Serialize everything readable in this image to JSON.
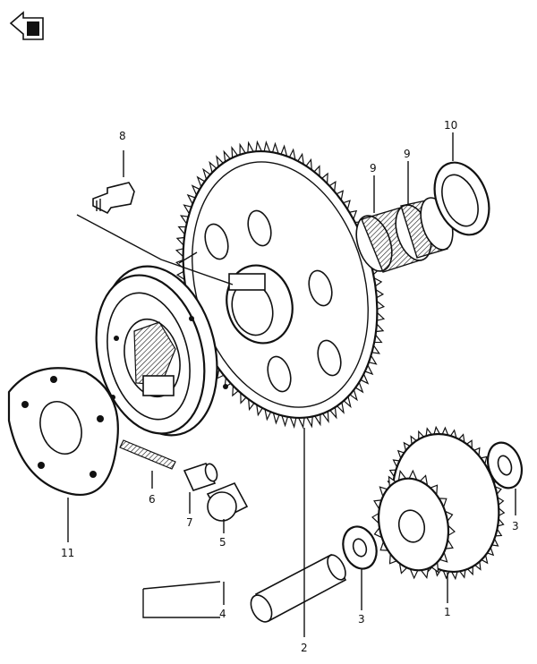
{
  "labels": {
    "part_1": "1",
    "part_2": "2",
    "part_3a": "3",
    "part_3b": "3",
    "part_4": "4",
    "part_5": "5",
    "part_6": "6",
    "part_7": "7",
    "part_8": "8",
    "part_9a": "9",
    "part_9b": "9",
    "part_10": "10",
    "part_11": "11"
  },
  "orientation_icon": "front-direction-arrow-icon"
}
